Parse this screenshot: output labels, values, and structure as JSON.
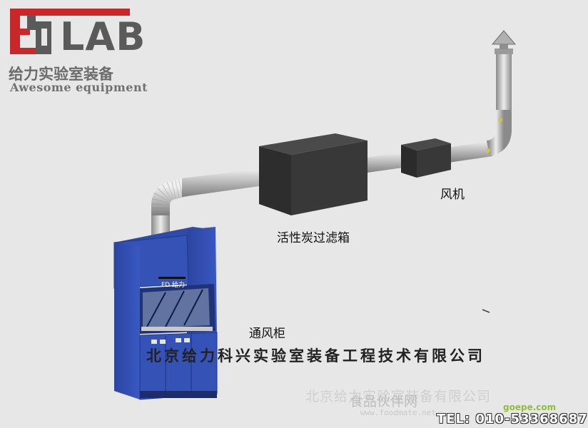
{
  "logo": {
    "mark": "ELAB",
    "brand": "LAB",
    "cn_name": "给力实验室装备",
    "en_tagline": "Awesome equipment"
  },
  "labels": {
    "fan": "风机",
    "carbon_filter": "活性炭过滤箱",
    "fume_hood": "通风柜"
  },
  "hood_panel": {
    "brand": "FD 给力"
  },
  "company_name": "北京给力科兴实验室装备工程技术有限公司",
  "watermarks": {
    "company_faded": "北京给力实验室装备有限公司",
    "site_cn": "食品伙伴网",
    "site_url": "www.foodmate.net",
    "goepe": "goepe.com"
  },
  "contact": {
    "tel": "TEL: 010-53368687"
  },
  "colors": {
    "background": "#e7e7e7",
    "hood_blue": "#3552b6",
    "box_dark": "#343434",
    "duct_grey": "#b9b9b9",
    "logo_red": "#c9282a"
  }
}
